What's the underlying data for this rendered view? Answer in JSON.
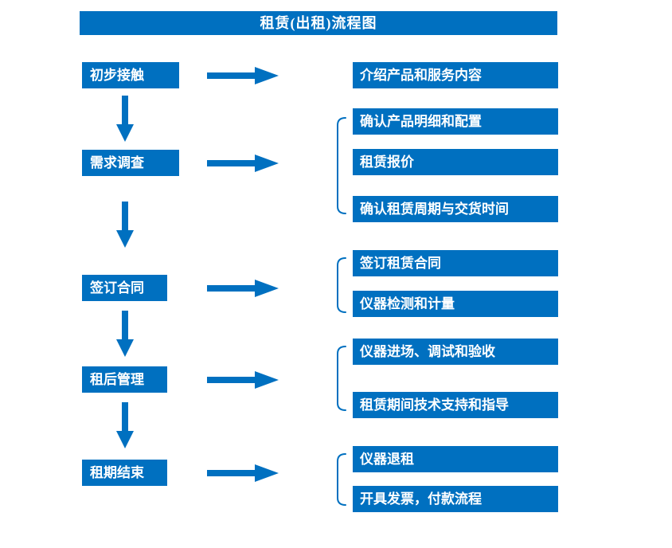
{
  "title": "租赁(出租)流程图",
  "colors": {
    "primary": "#0070C0",
    "on_primary": "#FFFFFF",
    "background": "#FFFFFF"
  },
  "rows": [
    {
      "step": "初步接触",
      "details": [
        "介绍产品和服务内容"
      ]
    },
    {
      "step": "需求调查",
      "details": [
        "确认产品明细和配置",
        "租赁报价",
        "确认租赁周期与交货时间"
      ]
    },
    {
      "step": "签订合同",
      "details": [
        "签订租赁合同",
        "仪器检测和计量"
      ]
    },
    {
      "step": "租后管理",
      "details": [
        "仪器进场、调试和验收",
        "租赁期间技术支持和指导"
      ]
    },
    {
      "step": "租期结束",
      "details": [
        "仪器退租",
        "开具发票，付款流程"
      ]
    }
  ]
}
